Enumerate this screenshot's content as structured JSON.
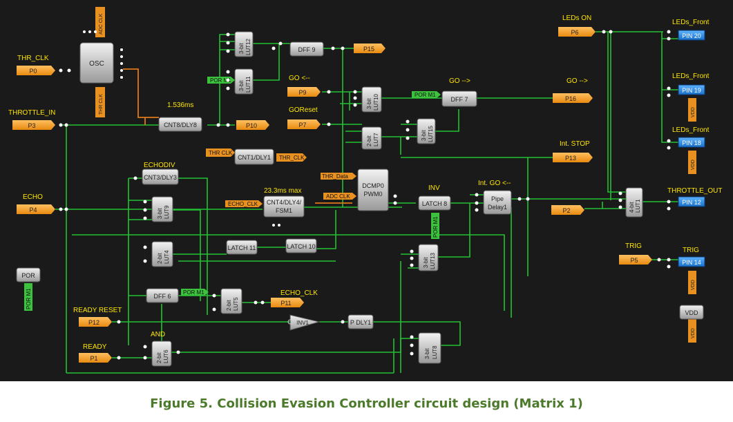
{
  "caption": "Figure 5. Collision Evasion Controller circuit design (Matrix 1)",
  "labels": {
    "thr_clk": "THR_CLK",
    "throttle_in": "THROTTLE_IN",
    "echo": "ECHO",
    "ready_reset": "READY RESET",
    "ready": "READY",
    "go_back": "GO <--",
    "goreset": "GOReset",
    "go_fwd": "GO -->",
    "leds_on": "LEDs ON",
    "leds_front_1": "LEDs_Front",
    "leds_front_2": "LEDs_Front",
    "leds_front_3": "LEDs_Front",
    "int_stop": "Int. STOP",
    "throttle_out": "THROTTLE_OUT",
    "trig": "TRIG",
    "trig2": "TRIG",
    "t1536": "1.536ms",
    "t233": "23.3ms max",
    "echodiv": "ECHODIV",
    "echo_clk_lbl": "ECHO_CLK",
    "inv": "INV",
    "int_go": "Int. GO <--",
    "and": "AND"
  },
  "ports": {
    "p0": "P0",
    "p3": "P3",
    "p4": "P4",
    "p12": "P12",
    "p1": "P1",
    "p15": "P15",
    "p10": "P10",
    "p9": "P9",
    "p7": "P7",
    "p16": "P16",
    "p6": "P6",
    "p13": "P13",
    "p2": "P2",
    "p5": "P5",
    "p11": "P11"
  },
  "pins": {
    "pin20": "PIN 20",
    "pin19": "PIN 19",
    "pin18": "PIN 18",
    "pin12": "PIN 12",
    "pin14": "PIN 14"
  },
  "blocks": {
    "osc": "OSC",
    "cnt8": "CNT8/DLY8",
    "cnt1": "CNT1/DLY1",
    "cnt3": "CNT3/DLY3",
    "cnt4_a": "CNT4/DLY4/",
    "cnt4_b": "FSM1",
    "dff9": "DFF 9",
    "dff7": "DFF 7",
    "dff6": "DFF 6",
    "dcmp_a": "DCMP0",
    "dcmp_b": "PWM0",
    "latch8": "LATCH 8",
    "latch11": "LATCH 11",
    "latch10": "LATCH 10",
    "pipe_a": "Pipe",
    "pipe_b": "Delay1",
    "inv1": "INV1",
    "pdly1": "P DLY1",
    "por": "POR",
    "vdd": "VDD",
    "lut12_a": "3-bit",
    "lut12_b": "LUT12",
    "lut11_a": "3-bit",
    "lut11_b": "LUT11",
    "lut10_a": "3-bit",
    "lut10_b": "LUT10",
    "lut7_a": "2-bit",
    "lut7_b": "LUT7",
    "lut15_a": "3-bit",
    "lut15_b": "LUT15",
    "lut9_a": "3-bit",
    "lut9_b": "LUT9",
    "lut4_a": "2-bit",
    "lut4_b": "LUT4",
    "lut5_a": "2-bit",
    "lut5_b": "LUT5",
    "lut6_a": "2-bit",
    "lut6_b": "LUT6",
    "lut13_a": "3-bit",
    "lut13_b": "LUT13",
    "lut8_a": "3-bit",
    "lut8_b": "LUT8",
    "lut1_a": "4-bit",
    "lut1_b": "LUT1"
  },
  "tags": {
    "adc_clk_osc": "ADC CLK",
    "thr_clk_osc": "THR CLK",
    "por_m1_lut11": "POR M1",
    "por_m1_dff7": "POR M1",
    "por_m1_latch8": "POR M1",
    "por_m1_dff6": "POR M1",
    "por_m1_por": "POR M1",
    "thr_clk_in": "THR CLK",
    "thr_clk_out": "THR_CLK",
    "thr_data": "THR_Data",
    "adc_clk_dcmp": "ADC CLK",
    "echo_clk_in": "ECHO_CLK",
    "vdd_19": "VDD",
    "vdd_18": "VDD",
    "vdd_14": "VDD",
    "vdd_b": "VDD"
  },
  "colors": {
    "wire": "#22c232",
    "wire_orange": "#e07818",
    "port": "#f5a020",
    "pin": "#2e8fe0",
    "tag_green": "#3cc23c",
    "block": "#c8c8c8",
    "background": "#1a1a1a",
    "caption": "#4a7a2a"
  }
}
